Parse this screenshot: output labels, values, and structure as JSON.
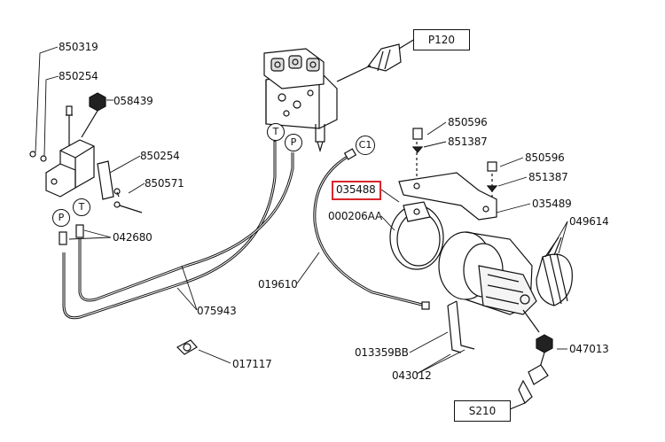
{
  "parts": {
    "p850319": "850319",
    "p850254_a": "850254",
    "p058439": "058439",
    "p850254_b": "850254",
    "p850571": "850571",
    "p042680": "042680",
    "p075943": "075943",
    "p017117": "017117",
    "p019610": "019610",
    "p035488": "035488",
    "p000206AA": "000206AA",
    "p850596_a": "850596",
    "p851387_a": "851387",
    "p850596_b": "850596",
    "p851387_b": "851387",
    "p035489": "035489",
    "p049614": "049614",
    "p047013": "047013",
    "p013359BB": "013359BB",
    "p043012": "043012"
  },
  "boxes": {
    "P120": "P120",
    "S210": "S210"
  },
  "ports": {
    "T_top": "T",
    "P_top": "P",
    "C1": "C1",
    "P_left": "P",
    "T_left": "T"
  },
  "highlight": {
    "part": "035488",
    "color": "#d9262c"
  }
}
